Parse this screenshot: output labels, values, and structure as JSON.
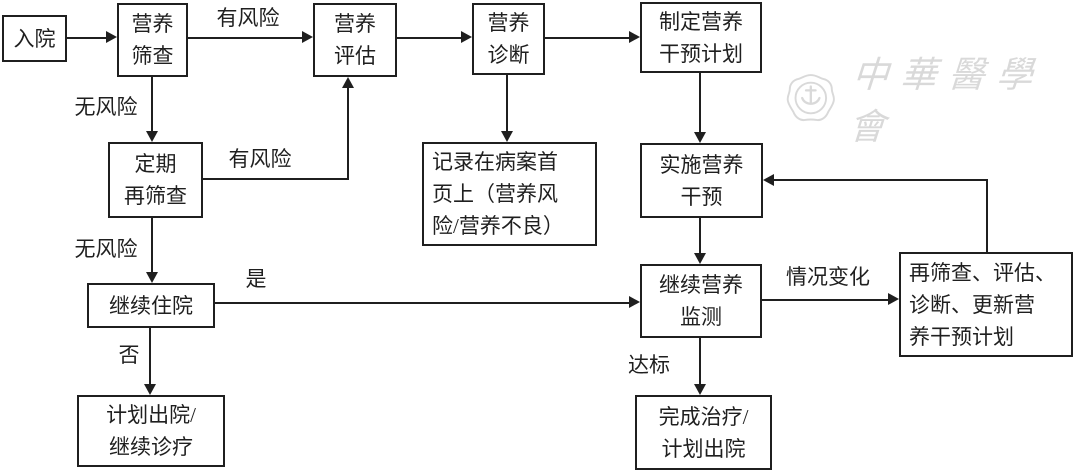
{
  "colors": {
    "background": "#ffffff",
    "line": "#1f1f1f",
    "watermark": "#d9d9d9"
  },
  "nodes": {
    "admission": {
      "lines": [
        "入院"
      ]
    },
    "screening": {
      "lines": [
        "营养",
        "筛查"
      ]
    },
    "assessment": {
      "lines": [
        "营养",
        "评估"
      ]
    },
    "diagnosis": {
      "lines": [
        "营养",
        "诊断"
      ]
    },
    "plan": {
      "lines": [
        "制定营养",
        "干预计划"
      ]
    },
    "rescreen": {
      "lines": [
        "定期",
        "再筛查"
      ]
    },
    "record": {
      "lines": [
        "记录在病案首",
        "页上（营养风",
        "险/营养不良）"
      ]
    },
    "implement": {
      "lines": [
        "实施营养",
        "干预"
      ]
    },
    "stay": {
      "lines": [
        "继续住院"
      ]
    },
    "monitor": {
      "lines": [
        "继续营养",
        "监测"
      ]
    },
    "update": {
      "lines": [
        "再筛查、评估、",
        "诊断、更新营",
        "养干预计划"
      ]
    },
    "discharge_plan": {
      "lines": [
        "计划出院/",
        "继续诊疗"
      ]
    },
    "complete": {
      "lines": [
        "完成治疗/",
        "计划出院"
      ]
    }
  },
  "edge_labels": {
    "risk_top": "有风险",
    "no_risk_1": "无风险",
    "risk_mid": "有风险",
    "no_risk_2": "无风险",
    "yes": "是",
    "no": "否",
    "condition_change": "情况变化",
    "goal_reached": "达标"
  },
  "watermark": {
    "text": "中華醫學會"
  }
}
